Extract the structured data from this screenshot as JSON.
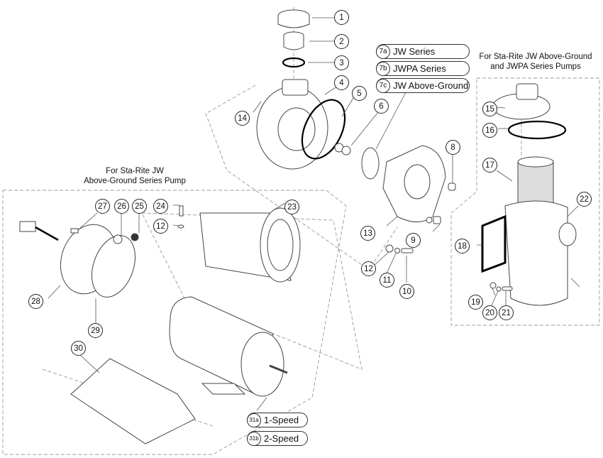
{
  "diagram": {
    "title": "Sta-Rite JW / JWPA Series Pump Exploded Parts View",
    "captions": {
      "above_ground_pump": [
        "For Sta-Rite JW",
        "Above-Ground Series Pump"
      ],
      "strainer_pump": [
        "For Sta-Rite JW Above-Ground",
        "and JWPA Series Pumps"
      ]
    },
    "variant_groups": {
      "impeller_7": [
        {
          "tag": "7a",
          "label": "JW Series"
        },
        {
          "tag": "7b",
          "label": "JWPA Series"
        },
        {
          "tag": "7c",
          "label": "JW Above-Ground"
        }
      ],
      "motor_31": [
        {
          "tag": "31a",
          "label": "1-Speed"
        },
        {
          "tag": "31b",
          "label": "2-Speed"
        }
      ]
    },
    "callouts": [
      {
        "id": "1",
        "part": "union-nut"
      },
      {
        "id": "2",
        "part": "union-tailpiece"
      },
      {
        "id": "3",
        "part": "o-ring"
      },
      {
        "id": "4",
        "part": "pump-housing"
      },
      {
        "id": "5",
        "part": "housing-o-ring"
      },
      {
        "id": "6",
        "part": "shaft-seal"
      },
      {
        "id": "8",
        "part": "plug"
      },
      {
        "id": "9",
        "part": "drain-plug-with-o-ring"
      },
      {
        "id": "10",
        "part": "bolt"
      },
      {
        "id": "11",
        "part": "lock-washer"
      },
      {
        "id": "12",
        "part": "washer"
      },
      {
        "id": "13",
        "part": "seal-plate"
      },
      {
        "id": "14",
        "part": "washer"
      },
      {
        "id": "15",
        "part": "strainer-cover"
      },
      {
        "id": "16",
        "part": "cover-o-ring"
      },
      {
        "id": "17",
        "part": "strainer-basket"
      },
      {
        "id": "18",
        "part": "gasket"
      },
      {
        "id": "19",
        "part": "washer"
      },
      {
        "id": "20",
        "part": "lock-washer"
      },
      {
        "id": "21",
        "part": "bolt"
      },
      {
        "id": "22",
        "part": "strainer-pot"
      },
      {
        "id": "23",
        "part": "motor-cover"
      },
      {
        "id": "24",
        "part": "screw"
      },
      {
        "id": "12",
        "part": "washer"
      },
      {
        "id": "25",
        "part": "switch"
      },
      {
        "id": "26",
        "part": "switch-boot"
      },
      {
        "id": "27",
        "part": "screw"
      },
      {
        "id": "28",
        "part": "motor-end-cap-with-cord"
      },
      {
        "id": "29",
        "part": "end-cap-ring"
      },
      {
        "id": "30",
        "part": "base"
      }
    ]
  }
}
